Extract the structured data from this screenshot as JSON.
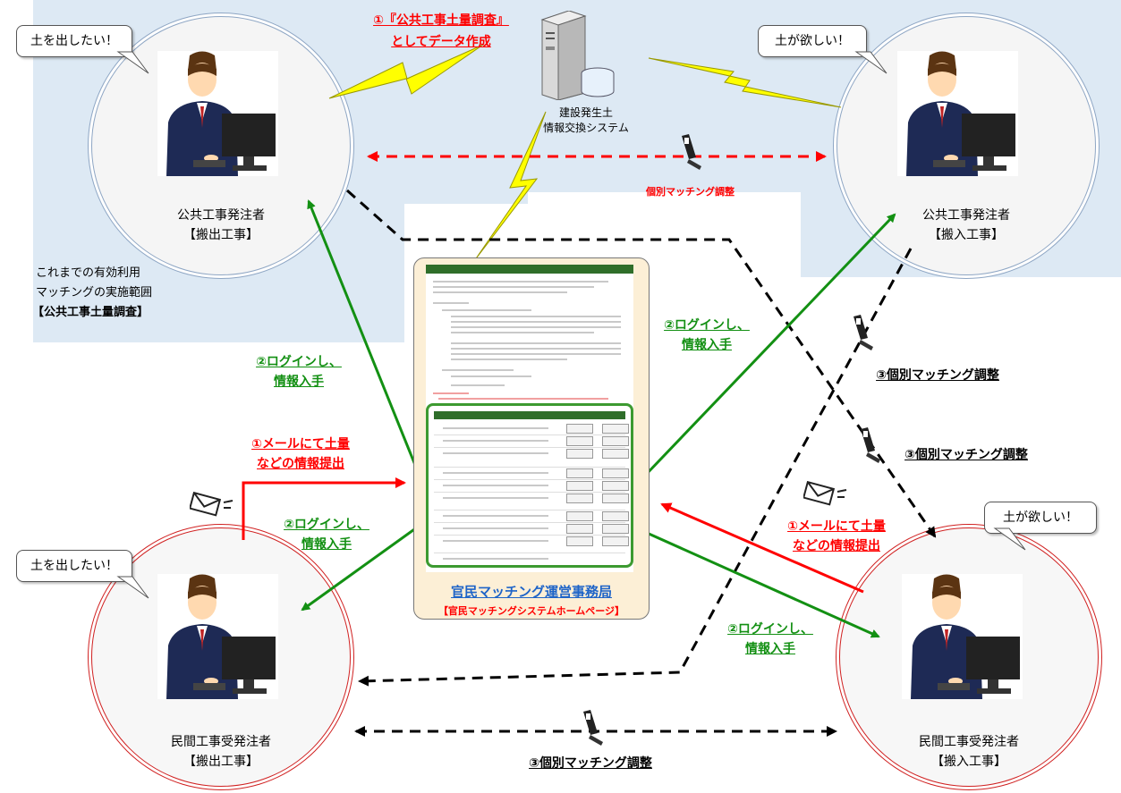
{
  "step1_red": "①『公共工事土量調査』",
  "step1_red_line2": "としてデータ作成",
  "server_label": "建設発生土\n情報交換システム",
  "individual_matching_red": "個別マッチング調整",
  "public_scope": [
    "これまでの有効利用",
    "マッチングの実施範囲",
    "【公共工事土量調査】"
  ],
  "people": {
    "top_left": {
      "bubble": "土を出したい！",
      "name": "公共工事発注者",
      "type": "【搬出工事】"
    },
    "top_right": {
      "bubble": "土が欲しい！",
      "name": "公共工事発注者",
      "type": "【搬入工事】"
    },
    "bottom_left": {
      "bubble": "土を出したい！",
      "name": "民間工事受発注者",
      "type": "【搬出工事】"
    },
    "bottom_right": {
      "bubble": "土が欲しい！",
      "name": "民間工事受発注者",
      "type": "【搬入工事】"
    }
  },
  "login_label": [
    "②ログインし、",
    "情報入手"
  ],
  "mail_label": [
    "①メールにて土量",
    "などの情報提出"
  ],
  "matching_label": "③個別マッチング調整",
  "office_name": "官民マッチング運営事務局",
  "office_page": "【官民マッチングシステムホームページ】",
  "colors": {
    "red": "#ff0000",
    "green": "#139013",
    "public_zone": "#dde9f4",
    "panel": "#fcefd6"
  }
}
